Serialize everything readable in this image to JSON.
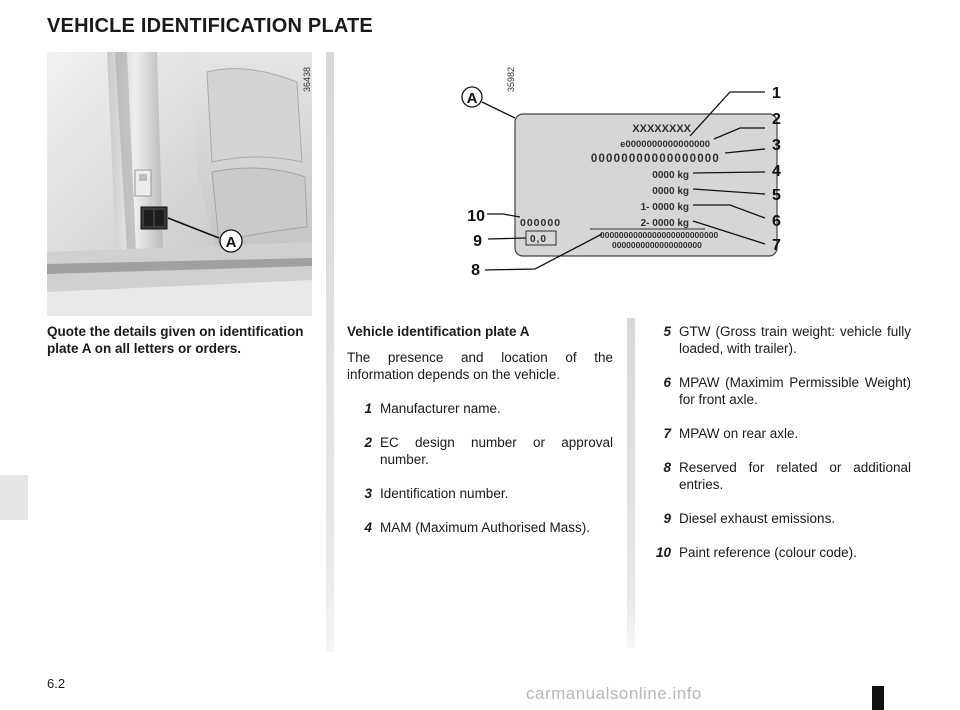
{
  "page": {
    "title": "VEHICLE IDENTIFICATION PLATE",
    "page_number": "6.2",
    "watermark": "carmanualsonline.info"
  },
  "photo": {
    "ref_code": "36438",
    "callout": "A"
  },
  "diagram": {
    "ref_code": "35982",
    "callout": "A",
    "plate_lines": {
      "l1": "XXXXXXXX",
      "l2": "e0000000000000000",
      "l3": "00000000000000000",
      "l4": "0000 kg",
      "l5": "0000 kg",
      "l6": "1- 0000 kg",
      "l7": "2- 0000 kg",
      "l8": "000000",
      "l9": "0,0",
      "l10": "0000000000000000000000000",
      "l11": "0000000000000000000"
    },
    "numbers": [
      "1",
      "2",
      "3",
      "4",
      "5",
      "6",
      "7",
      "8",
      "9",
      "10"
    ]
  },
  "caption": "Quote the details given on identification plate A on all letters or orders.",
  "middle_column": {
    "heading": "Vehicle identification plate A",
    "intro": "The presence and location of the information depends on the vehicle.",
    "items": [
      {
        "num": "1",
        "text": "Manufacturer name."
      },
      {
        "num": "2",
        "text": "EC design number or approval number."
      },
      {
        "num": "3",
        "text": "Identification number."
      },
      {
        "num": "4",
        "text": "MAM (Maximum Authorised Mass)."
      }
    ]
  },
  "right_column": {
    "items": [
      {
        "num": "5",
        "text": "GTW (Gross train weight: vehicle fully loaded, with trailer)."
      },
      {
        "num": "6",
        "text": "MPAW (Maximim Permissible Weight) for front axle."
      },
      {
        "num": "7",
        "text": "MPAW on rear axle."
      },
      {
        "num": "8",
        "text": "Reserved for related or additional entries."
      },
      {
        "num": "9",
        "text": "Diesel exhaust emissions."
      },
      {
        "num": "10",
        "text": "Paint reference (colour code)."
      }
    ]
  }
}
